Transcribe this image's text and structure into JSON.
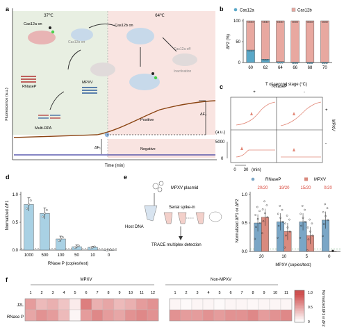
{
  "panels": {
    "a": {
      "letter": "a",
      "temp_left": "37℃",
      "temp_right": "64℃",
      "ylabel": "Fluorescence (a.u.)",
      "xlabel": "Time (min)",
      "cas12a_on": "Cas12a on",
      "cas12b_off": "Cas12b off",
      "cas12b_on": "Cas12b on",
      "cas12a_off": "Cas12a off",
      "inactivation": "Inactivation",
      "rnasep": "RNaseP",
      "mpxv": "MPXV",
      "multi_rpa": "Multi-RPA",
      "positive": "Positive",
      "negative": "Negative",
      "df1": "ΔF₁",
      "df2": "ΔF₂",
      "colors": {
        "left_bg": "#e8efe2",
        "right_bg": "#f9e4e1",
        "curve": "#8b4513",
        "baseline": "#3a3aa0"
      }
    },
    "b": {
      "letter": "b",
      "legend": [
        "Cas12a",
        "Cas12b"
      ],
      "ylabel": "ΔF2 (%)",
      "xlabel": "T of second stage (°C)",
      "colors": {
        "cas12a": "#5aa8c8",
        "cas12b": "#e8a8a0"
      }
    },
    "c": {
      "letter": "c",
      "col_label": "RNaseP",
      "plus": "+",
      "minus": "-",
      "row_label": "MPXV",
      "yunit": "(a.u.)",
      "ytick": "5000",
      "ytick0": "0",
      "xtick0": "0",
      "xtick30": "30",
      "xunit": "(min)"
    },
    "d": {
      "letter": "d",
      "ylabel": "Normalized ΔF1",
      "xlabel": "RNase P (copies/test)"
    },
    "e": {
      "letter": "e",
      "plasmid": "MPXV plasmid",
      "serial": "Serial spike-in",
      "host": "Host DNA",
      "detection": "TRACE multiplex detection",
      "legend": [
        "RNaseP",
        "MPXV"
      ],
      "counts": [
        "20/20",
        "19/20",
        "15/20",
        "0/20"
      ],
      "ylabel": "Normalized ΔF1 or ΔF2",
      "xlabel": "MPXV (copies/test)"
    },
    "f": {
      "letter": "f",
      "group_mpxv": "MPXV",
      "group_non": "Non-MPXV",
      "rows": [
        "J2L",
        "RNase P"
      ],
      "cols_mpxv": [
        "1",
        "2",
        "3",
        "4",
        "5",
        "6",
        "7",
        "8",
        "9",
        "10",
        "11",
        "12"
      ],
      "cols_non": [
        "1",
        "2",
        "3",
        "4",
        "5",
        "6",
        "7",
        "8",
        "9",
        "10",
        "11"
      ],
      "colorbar_title": "Normalized ΔF1 or ΔF2",
      "colorbar_ticks": [
        "1.0",
        "0.5",
        "0"
      ]
    }
  },
  "chart_data": [
    {
      "panel": "b",
      "type": "bar",
      "stacked": true,
      "categories": [
        "60",
        "62",
        "64",
        "66",
        "68",
        "70"
      ],
      "series": [
        {
          "name": "Cas12a",
          "values": [
            30,
            8,
            2,
            1,
            1,
            1
          ]
        },
        {
          "name": "Cas12b",
          "values": [
            70,
            92,
            98,
            99,
            99,
            99
          ]
        }
      ],
      "xlabel": "T of second stage (°C)",
      "ylabel": "ΔF2 (%)",
      "ylim": [
        0,
        100
      ],
      "yticks": [
        "0",
        "50",
        "100"
      ]
    },
    {
      "panel": "d",
      "type": "bar",
      "categories": [
        "1000",
        "500",
        "100",
        "50",
        "10",
        "0"
      ],
      "values": [
        0.82,
        0.66,
        0.2,
        0.06,
        0.05,
        0.0
      ],
      "errors": [
        0.12,
        0.1,
        0.05,
        0.03,
        0.02,
        0.01
      ],
      "xlabel": "RNase P (copies/test)",
      "ylabel": "Normalized ΔF1",
      "ylim": [
        0,
        1.0
      ],
      "yticks": [
        "0.0",
        "0.5",
        "1.0"
      ]
    },
    {
      "panel": "e",
      "type": "bar",
      "categories": [
        "20",
        "10",
        "5",
        "0"
      ],
      "series": [
        {
          "name": "RNaseP",
          "values": [
            0.5,
            0.52,
            0.52,
            0.55
          ]
        },
        {
          "name": "MPXV",
          "values": [
            0.6,
            0.35,
            0.28,
            0.0
          ]
        }
      ],
      "xlabel": "MPXV (copies/test)",
      "ylabel": "Normalized ΔF1 or ΔF2",
      "ylim": [
        0,
        1.0
      ],
      "yticks": [
        "0.0",
        "0.5",
        "1.0"
      ]
    },
    {
      "panel": "f",
      "type": "heatmap",
      "rows": [
        "J2L",
        "RNase P"
      ],
      "columns": [
        "1",
        "2",
        "3",
        "4",
        "5",
        "6",
        "7",
        "8",
        "9",
        "10",
        "11",
        "12",
        "1",
        "2",
        "3",
        "4",
        "5",
        "6",
        "7",
        "8",
        "9",
        "10",
        "11"
      ],
      "values": [
        [
          0.5,
          0.35,
          0.4,
          0.3,
          0.1,
          0.65,
          0.4,
          0.45,
          0.35,
          0.4,
          0.5,
          0.55,
          0.05,
          0.03,
          0.05,
          0.05,
          0.03,
          0.05,
          0.05,
          0.04,
          0.05,
          0.05,
          0.05
        ],
        [
          0.45,
          0.55,
          0.5,
          0.35,
          0.05,
          0.5,
          0.6,
          0.5,
          0.45,
          0.55,
          0.6,
          0.55,
          0.55,
          0.5,
          0.5,
          0.55,
          0.5,
          0.55,
          0.55,
          0.6,
          0.5,
          0.55,
          0.6
        ]
      ],
      "colorbar_range": [
        0,
        1.0
      ]
    }
  ]
}
